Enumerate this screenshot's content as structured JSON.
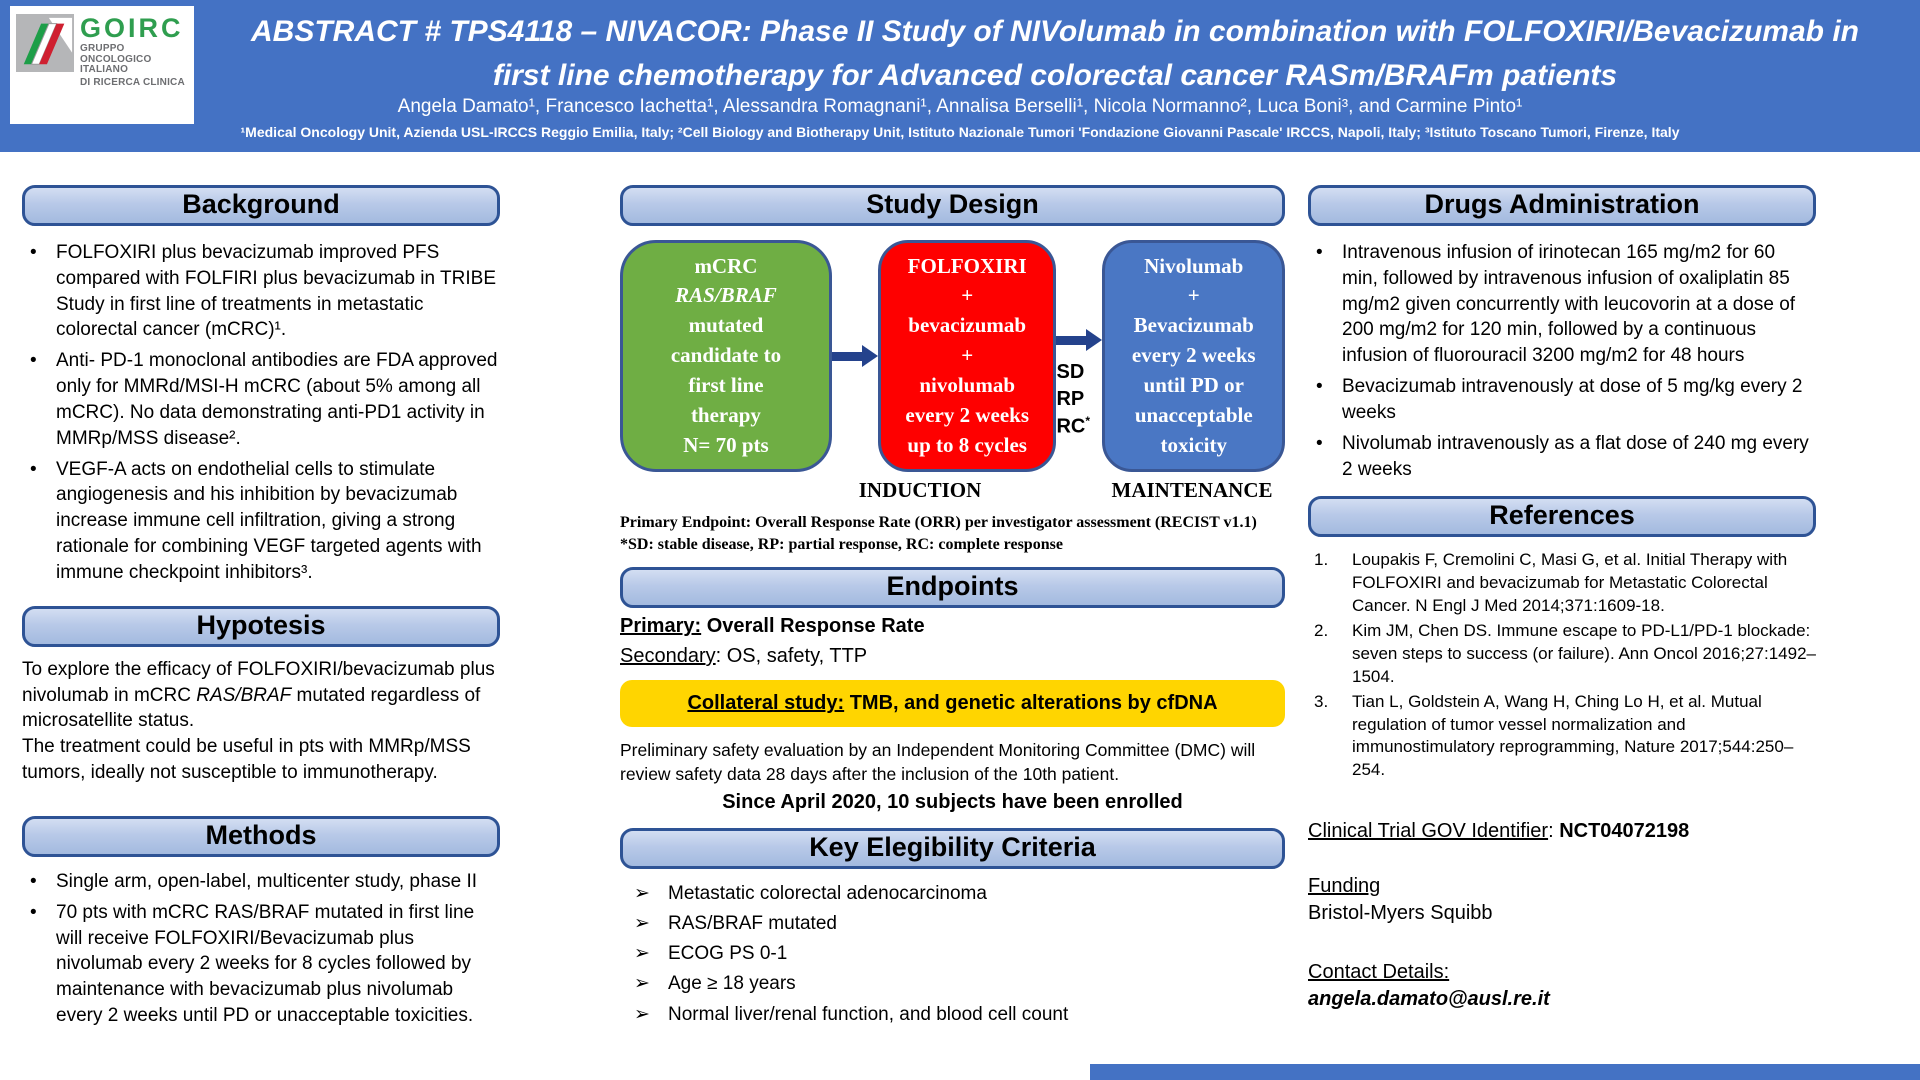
{
  "colors": {
    "banner_blue": "#4472c4",
    "section_header_fill": "#b8c9e8",
    "section_border_navy": "#2e5395",
    "box_green": "#6fae44",
    "box_red": "#fe0000",
    "box_blue": "#4a77c4",
    "collateral_yellow": "#ffd500"
  },
  "glyphs": {
    "dot": "•",
    "arrow_bullet": "➢"
  },
  "header": {
    "logo": {
      "name": "GOIRC",
      "subtitle1": "GRUPPO ONCOLOGICO ITALIANO",
      "subtitle2": "DI RICERCA CLINICA"
    },
    "title_line1": "ABSTRACT # TPS4118 – NIVACOR: Phase II Study of NIVolumab in combination with FOLFOXIRI/Bevacizumab in",
    "title_line2": "first line chemotherapy for Advanced colorectal cancer RASm/BRAFm patients",
    "authors": "Angela Damato¹, Francesco Iachetta¹, Alessandra Romagnani¹, Annalisa Berselli¹, Nicola Normanno², Luca Boni³, and Carmine Pinto¹",
    "affiliations": "¹Medical Oncology Unit, Azienda USL-IRCCS Reggio Emilia, Italy; ²Cell Biology and Biotherapy Unit, Istituto Nazionale Tumori 'Fondazione Giovanni Pascale' IRCCS, Napoli, Italy; ³Istituto Toscano Tumori, Firenze, Italy"
  },
  "background": {
    "title": "Background",
    "bullets": [
      "FOLFOXIRI plus bevacizumab improved PFS compared with FOLFIRI plus bevacizumab in TRIBE Study in first line of treatments in metastatic colorectal cancer (mCRC)¹.",
      "Anti- PD-1 monoclonal antibodies are FDA approved only for MMRd/MSI-H mCRC (about 5% among all mCRC). No data demonstrating anti-PD1 activity in MMRp/MSS disease².",
      "VEGF-A acts on endothelial cells to stimulate angiogenesis and his inhibition by bevacizumab increase immune cell infiltration, giving a strong rationale for combining VEGF targeted agents with immune checkpoint inhibitors³."
    ]
  },
  "hypotesis": {
    "title": "Hypotesis",
    "p1_a": "To explore the efficacy of FOLFOXIRI/bevacizumab plus nivolumab in mCRC ",
    "p1_italic": "RAS/BRAF",
    "p1_b": " mutated regardless of microsatellite status.",
    "p2": "The treatment could be useful in pts with MMRp/MSS tumors, ideally not susceptible to immunotherapy."
  },
  "methods": {
    "title": "Methods",
    "bullets": [
      "Single arm, open-label, multicenter study, phase II",
      "70 pts with mCRC RAS/BRAF mutated in first line will receive FOLFOXIRI/Bevacizumab plus nivolumab every 2 weeks for 8 cycles followed by maintenance with bevacizumab plus nivolumab every 2 weeks until PD or unacceptable toxicities."
    ]
  },
  "study_design": {
    "title": "Study Design",
    "green_box_lines": [
      "mCRC",
      "RAS/BRAF",
      "mutated",
      "candidate to",
      "first line",
      "therapy",
      "N= 70 pts"
    ],
    "red_box_lines": [
      "FOLFOXIRI",
      "+",
      "bevacizumab",
      "+",
      "nivolumab",
      "every 2 weeks",
      "up to 8 cycles"
    ],
    "blue_box_lines": [
      "Nivolumab",
      "+",
      "Bevacizumab",
      "every 2 weeks",
      "until PD or",
      "unacceptable",
      "toxicity"
    ],
    "sd_labels": [
      "SD",
      "RP",
      "RC"
    ],
    "rc_sup": "*",
    "induction_label": "INDUCTION",
    "maintenance_label": "MAINTENANCE",
    "primary_endpoint_note": "Primary Endpoint: Overall Response Rate (ORR) per investigator assessment (RECIST v1.1)",
    "abbrev_note": "*SD: stable disease, RP: partial response, RC: complete response"
  },
  "endpoints": {
    "title": "Endpoints",
    "primary_label": "Primary:",
    "primary_value": " Overall Response Rate",
    "secondary_label": "Secondary",
    "secondary_value": ": OS, safety, TTP",
    "collateral_label": "Collateral study:",
    "collateral_value": " TMB, and genetic alterations by cfDNA",
    "dmc_note": "Preliminary safety evaluation by an Independent Monitoring Committee (DMC) will review safety data 28 days after the inclusion of the 10th patient.",
    "enrollment": "Since April 2020, 10 subjects have been enrolled"
  },
  "eligibility": {
    "title": "Key Elegibility Criteria",
    "items": [
      "Metastatic colorectal adenocarcinoma",
      "RAS/BRAF mutated",
      "ECOG PS 0-1",
      "Age ≥ 18 years",
      "Normal liver/renal function, and blood cell count"
    ]
  },
  "drugs": {
    "title": "Drugs Administration",
    "bullets": [
      "Intravenous infusion of irinotecan 165 mg/m2 for 60 min, followed by intravenous infusion of oxaliplatin 85 mg/m2 given concurrently with leucovorin at a dose of 200 mg/m2 for 120 min, followed by a continuous infusion of fluorouracil 3200 mg/m2 for 48 hours",
      "Bevacizumab intravenously at dose of 5 mg/kg every 2 weeks",
      "Nivolumab intravenously as a flat dose of 240 mg every 2 weeks"
    ]
  },
  "references": {
    "title": "References",
    "numbers": [
      "1.",
      "2.",
      "3."
    ],
    "items": [
      "Loupakis F, Cremolini C, Masi G, et al. Initial Therapy with FOLFOXIRI and bevacizumab for Metastatic Colorectal Cancer. N Engl J Med 2014;371:1609-18.",
      "Kim JM, Chen DS. Immune escape to PD-L1/PD-1 blockade: seven steps to success (or failure). Ann Oncol 2016;27:1492–1504.",
      "Tian L, Goldstein A, Wang H, Ching Lo H, et al. Mutual regulation of tumor vessel normalization and immunostimulatory reprogramming, Nature 2017;544:250–254."
    ],
    "ct_label": "Clinical Trial GOV Identifier",
    "ct_sep": ": ",
    "ct_value": "NCT04072198",
    "funding_label": "Funding",
    "funding_value": "Bristol-Myers Squibb",
    "contact_label": "Contact Details:",
    "contact_value": "angela.damato@ausl.re.it"
  }
}
